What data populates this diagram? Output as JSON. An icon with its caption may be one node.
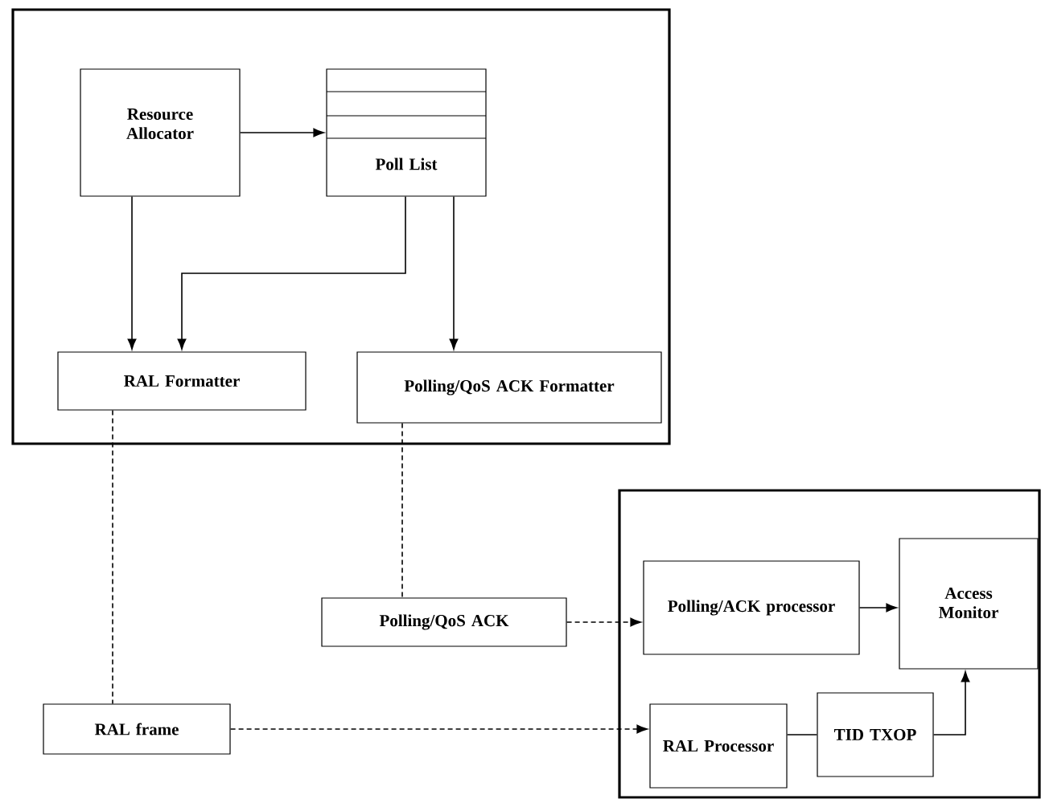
{
  "diagram": {
    "nodes": [
      {
        "text": [],
        "shape": "box"
      },
      {
        "text": [
          "Resource Allocator"
        ],
        "in": 0
      },
      {
        "text": [
          "Poll List"
        ],
        "in": 0
      },
      {
        "text": [
          "RAL Formatter"
        ],
        "in": 0
      },
      {
        "text": [
          "Polling/QoS ACK Formatter"
        ],
        "in": 0
      },
      {
        "text": [
          "Polling/QoS ACK"
        ]
      },
      {
        "text": [
          "RAL frame"
        ]
      },
      {
        "text": [],
        "shape": "box"
      },
      {
        "text": [
          "Polling/ACK processor"
        ],
        "in": 7
      },
      {
        "text": [
          "Access Monitor"
        ],
        "in": 7
      },
      {
        "text": [
          "RAL Processor"
        ],
        "in": 7
      },
      {
        "text": [
          "TID TXOP"
        ],
        "in": 7
      }
    ],
    "edges": [
      {
        "from": 1,
        "to": 2,
        "arrow": "to"
      },
      {
        "from": 1,
        "to": 3,
        "arrow": "to"
      },
      {
        "from": 2,
        "to": 3,
        "arrow": "to"
      },
      {
        "from": 2,
        "to": 4,
        "arrow": "to"
      },
      {
        "from": 3,
        "to": 6,
        "arrow": "none",
        "style": "dashed"
      },
      {
        "from": 4,
        "to": 5,
        "arrow": "none",
        "style": "dashed"
      },
      {
        "from": 5,
        "to": 8,
        "arrow": "to",
        "style": "dashed"
      },
      {
        "from": 6,
        "to": 10,
        "arrow": "to",
        "style": "dashed"
      },
      {
        "from": 10,
        "to": 11,
        "arrow": "none"
      },
      {
        "from": 11,
        "to": 9,
        "arrow": "to"
      },
      {
        "from": 8,
        "to": 9,
        "arrow": "to"
      }
    ]
  }
}
